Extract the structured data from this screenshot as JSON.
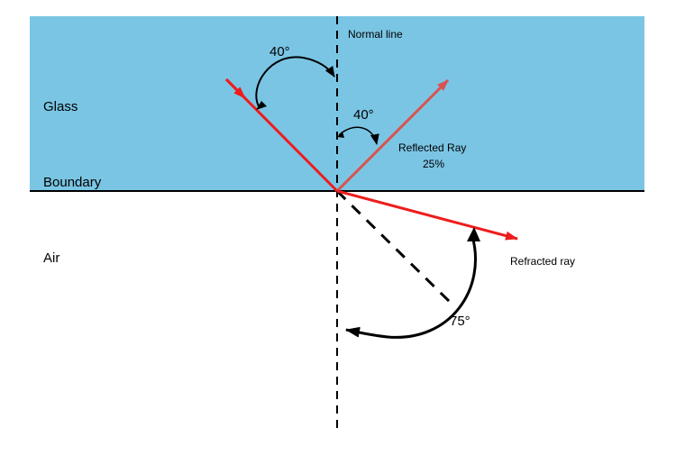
{
  "colors": {
    "glass": "#7AC5E4",
    "incident_ray": "#EE1C1C",
    "reflected_ray": "#D9534F",
    "refracted_ray": "#EE1C1C",
    "lines": "#000000"
  },
  "labels": {
    "normal_line": "Normal line",
    "glass": "Glass",
    "boundary": "Boundary",
    "air": "Air",
    "incident_angle": "40°",
    "reflected_angle": "40°",
    "reflected_ray": "Reflected Ray",
    "reflected_percent": "25%",
    "refracted_ray": "Refracted ray",
    "refracted_angle": "75°"
  },
  "icons": {
    "incident_arrow": "arrowhead-icon",
    "reflected_arrow": "arrowhead-icon",
    "refracted_arrow": "arrowhead-icon"
  }
}
